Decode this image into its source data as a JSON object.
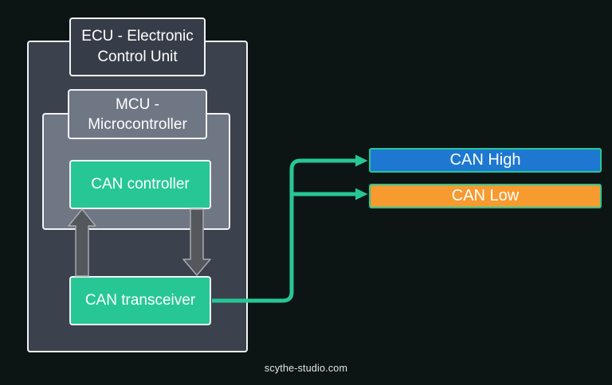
{
  "diagram": {
    "title_context": "CAN bus architecture diagram",
    "ecu_label": "ECU - Electronic Control Unit",
    "mcu_label": "MCU - Microcontroller",
    "can_controller_label": "CAN controller",
    "can_transceiver_label": "CAN transceiver",
    "can_high_label": "CAN High",
    "can_low_label": "CAN Low",
    "connections": [
      "CAN controller <-> CAN transceiver (bidirectional gray arrows)",
      "CAN transceiver -> CAN High (green line)",
      "CAN transceiver -> CAN Low (green line)"
    ]
  },
  "footer": {
    "watermark": "scythe-studio.com"
  },
  "colors": {
    "background": "#0d1514",
    "ecu_fill": "#3b414d",
    "ecu_label_fill": "#373d48",
    "mcu_fill": "#6f7684",
    "accent_green": "#27c795",
    "can_high_blue": "#1e78d2",
    "can_low_orange": "#f79a30",
    "arrow_gray": "#54575b",
    "arrow_outline": "#a7abb0",
    "box_border_white": "#f2f3f4",
    "text_white": "#ffffff"
  }
}
